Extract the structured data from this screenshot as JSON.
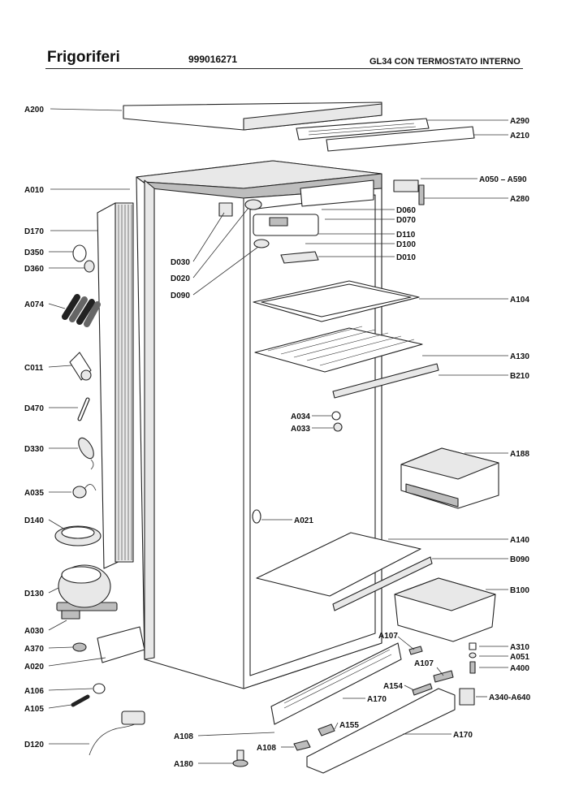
{
  "header": {
    "brand": "Frigoriferi",
    "code": "999016271",
    "model": "GL34 CON TERMOSTATO INTERNO"
  },
  "labels": {
    "A200": "A200",
    "A290": "A290",
    "A210": "A210",
    "A010": "A010",
    "A050_A590": "A050 – A590",
    "A280": "A280",
    "D170": "D170",
    "D060": "D060",
    "D070": "D070",
    "D110": "D110",
    "D100": "D100",
    "D010": "D010",
    "D350": "D350",
    "D360": "D360",
    "D030": "D030",
    "D020": "D020",
    "D090": "D090",
    "A074": "A074",
    "A104": "A104",
    "A130": "A130",
    "B210": "B210",
    "C011": "C011",
    "D470": "D470",
    "A034": "A034",
    "A033": "A033",
    "D330": "D330",
    "A188": "A188",
    "A035": "A035",
    "D140": "D140",
    "A021": "A021",
    "A140": "A140",
    "B090": "B090",
    "D130": "D130",
    "B100": "B100",
    "A030": "A030",
    "A107a": "A107",
    "A370": "A370",
    "A310": "A310",
    "A051": "A051",
    "A020": "A020",
    "A107b": "A107",
    "A400": "A400",
    "A154": "A154",
    "A106": "A106",
    "A170a": "A170",
    "A340_A640": "A340-A640",
    "A105": "A105",
    "A155": "A155",
    "A108a": "A108",
    "A170b": "A170",
    "D120": "D120",
    "A108b": "A108",
    "A180": "A180"
  }
}
